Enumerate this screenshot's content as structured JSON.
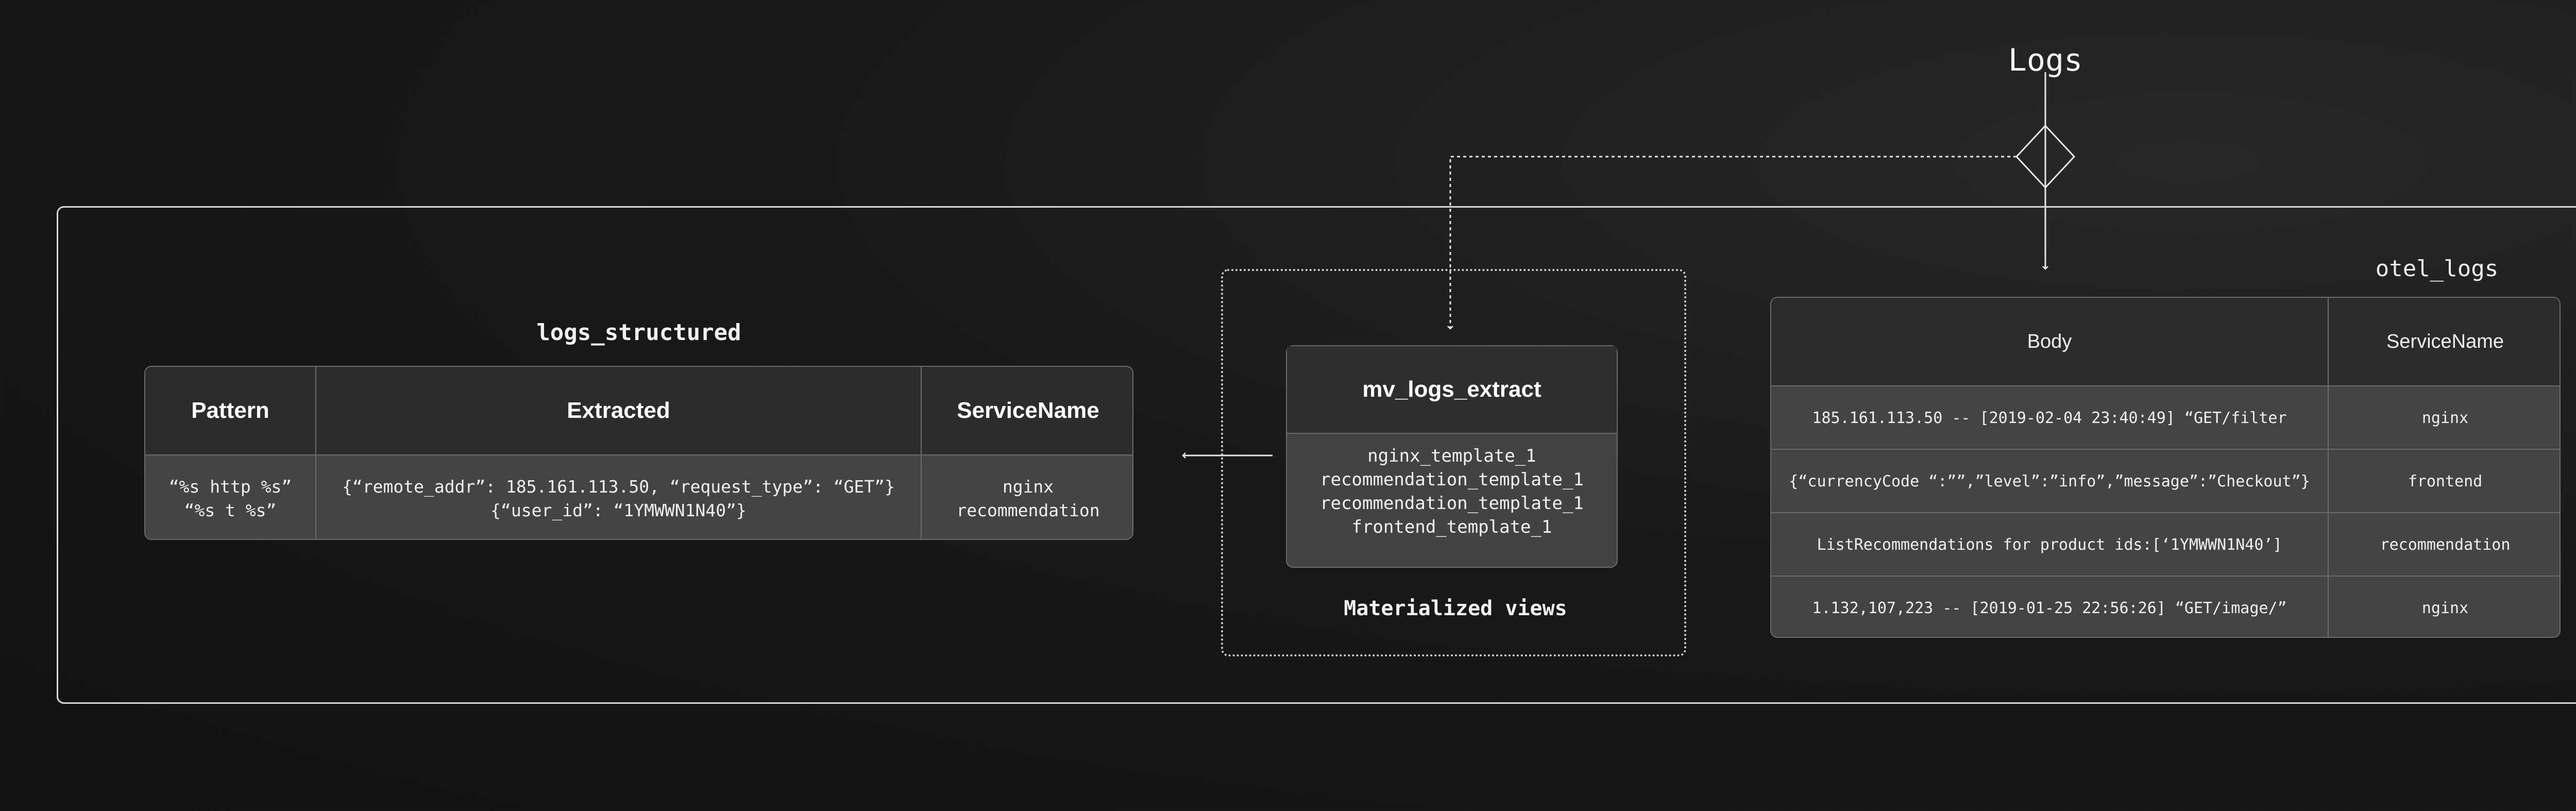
{
  "diagram": {
    "logs_title": "Logs",
    "otel_title": "otel_logs",
    "structured_title": "logs_structured",
    "mv_group_label": "Materialized views"
  },
  "logs_structured": {
    "headers": [
      "Pattern",
      "Extracted",
      "ServiceName"
    ],
    "row": {
      "pattern": "“%s http %s”\n“%s t %s”",
      "extracted": "{“remote_addr”: 185.161.113.50, “request_type”: “GET”}\n{“user_id”: “1YMWWN1N40”}",
      "service": "nginx\nrecommendation"
    }
  },
  "mv_logs_extract": {
    "title": "mv_logs_extract",
    "templates": [
      "nginx_template_1",
      "recommendation_template_1",
      "recommendation_template_1",
      "frontend_template_1"
    ]
  },
  "otel_logs": {
    "headers": [
      "Body",
      "ServiceName"
    ],
    "rows": [
      {
        "body": "185.161.113.50 -- [2019-02-04 23:40:49] “GET/filter",
        "service": "nginx"
      },
      {
        "body": "{“currencyCode “:””,”level”:”info”,”message”:”Checkout”}",
        "service": "frontend"
      },
      {
        "body": "ListRecommendations for product ids:[‘1YMWWN1N40’]",
        "service": "recommendation"
      },
      {
        "body": "1.132,107,223 -- [2019-01-25 22:56:26] “GET/image/”",
        "service": "nginx"
      }
    ]
  }
}
